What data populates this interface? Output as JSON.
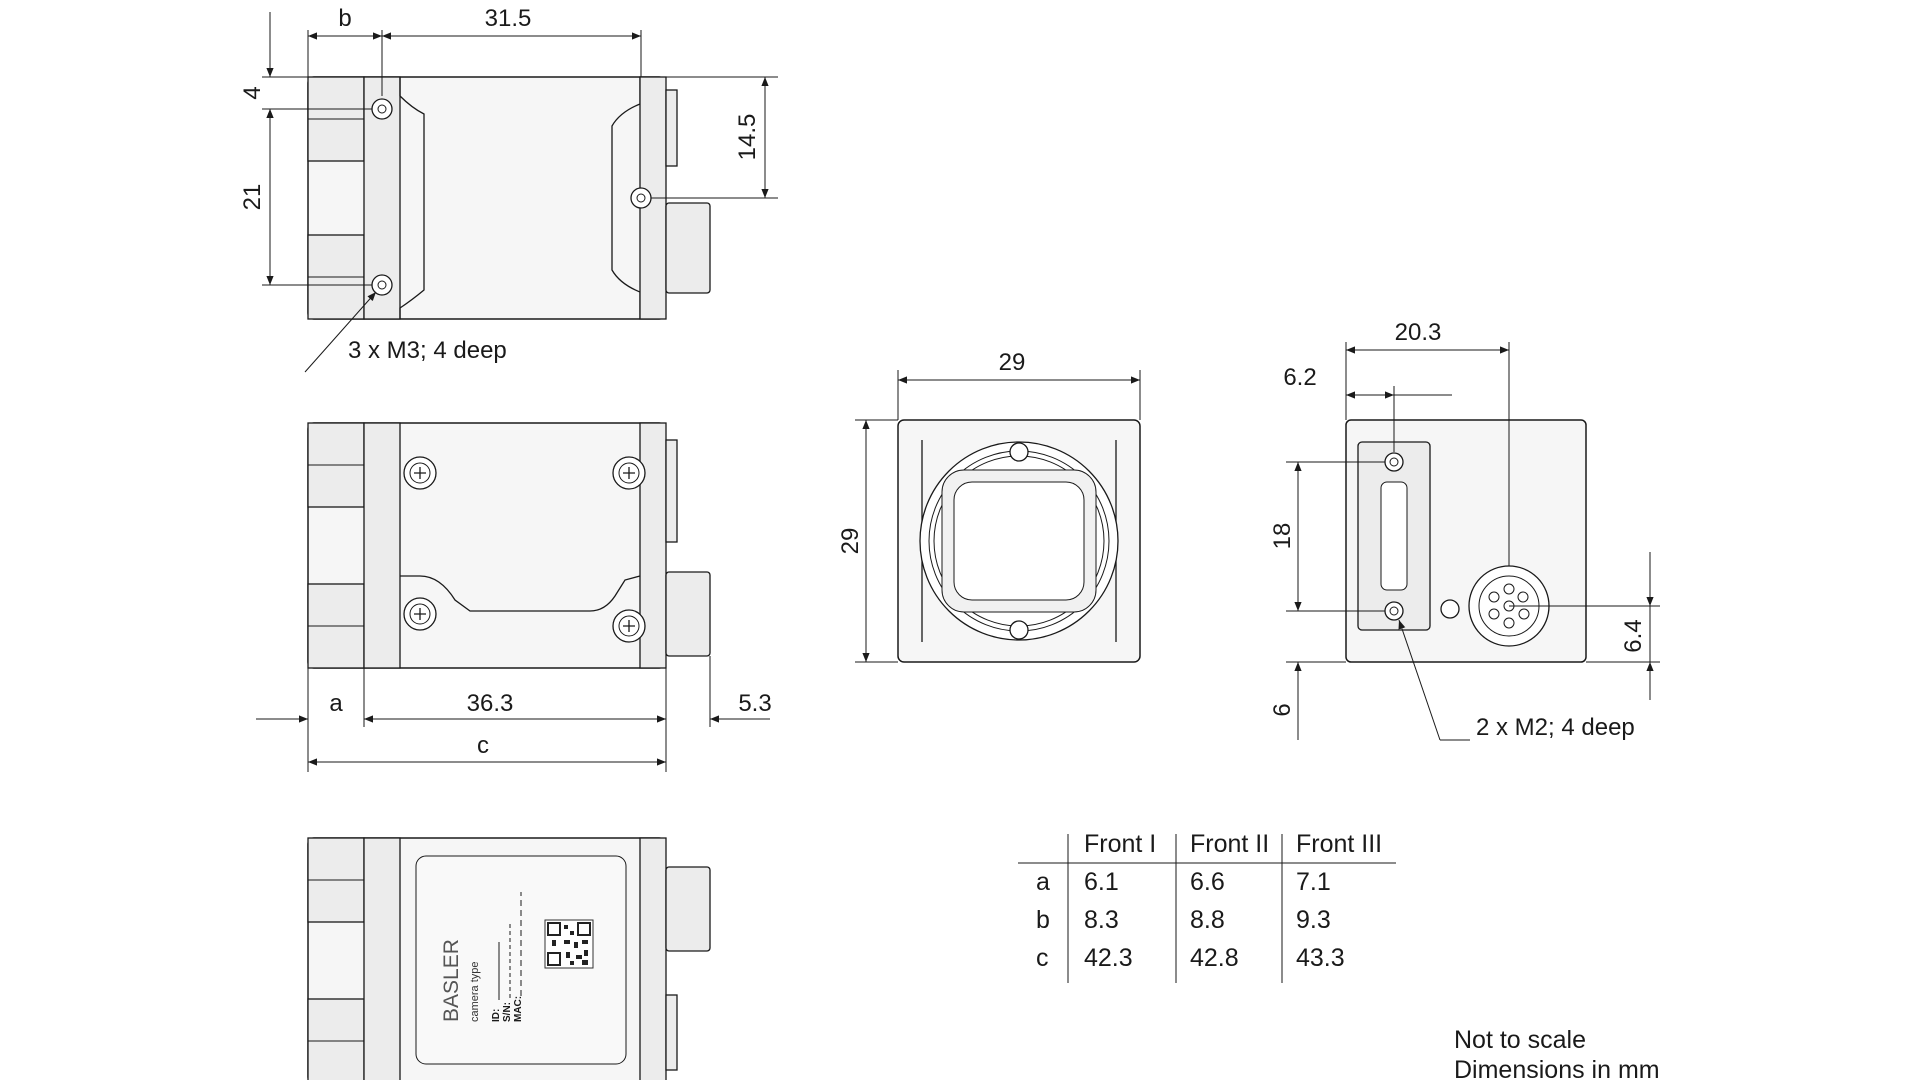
{
  "dimensions": {
    "top_b": "b",
    "top_31_5": "31.5",
    "top_4": "4",
    "top_21": "21",
    "top_14_5": "14.5",
    "thread_note_top": "3 x M3; 4 deep",
    "side_a": "a",
    "side_36_3": "36.3",
    "side_5_3": "5.3",
    "side_c": "c",
    "front_width": "29",
    "front_height": "29",
    "back_20_3": "20.3",
    "back_6_2": "6.2",
    "back_18": "18",
    "back_6_4": "6.4",
    "back_6": "6",
    "thread_note_back": "2 x M2; 4 deep"
  },
  "label": {
    "brand": "BASLER",
    "type": "camera type",
    "id": "ID:",
    "sn": "S/N:",
    "mac": "MAC:"
  },
  "table": {
    "headers": [
      "",
      "Front I",
      "Front II",
      "Front III"
    ],
    "rows": [
      [
        "a",
        "6.1",
        "6.6",
        "7.1"
      ],
      [
        "b",
        "8.3",
        "8.8",
        "9.3"
      ],
      [
        "c",
        "42.3",
        "42.8",
        "43.3"
      ]
    ]
  },
  "notes": {
    "line1": "Not to scale",
    "line2": "Dimensions in mm"
  }
}
